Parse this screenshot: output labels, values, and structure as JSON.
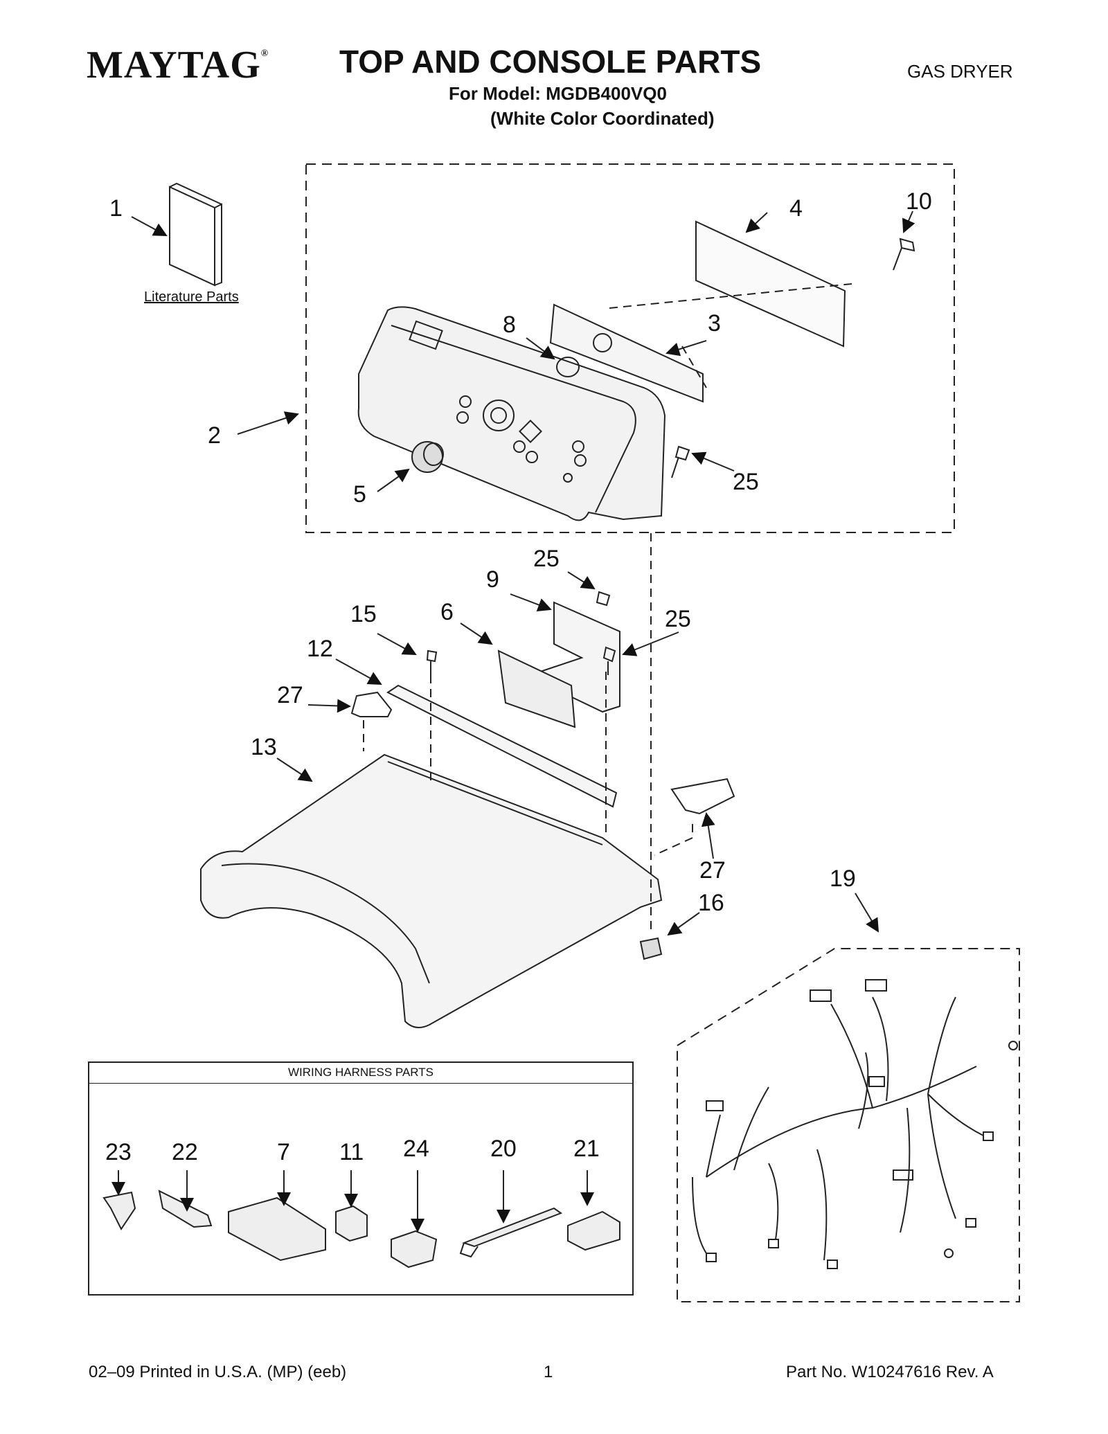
{
  "header": {
    "brand": "MAYTAG",
    "brand_mark": "®",
    "title": "TOP AND CONSOLE PARTS",
    "model_line": "For Model: MGDB400VQ0",
    "color_line": "(White Color Coordinated)",
    "product_type": "GAS DRYER"
  },
  "literature_label": "Literature Parts",
  "callouts": {
    "c1": "1",
    "c2": "2",
    "c3": "3",
    "c4": "4",
    "c5": "5",
    "c8": "8",
    "c10": "10",
    "c25a": "25",
    "c25b": "25",
    "c25c": "25",
    "c9": "9",
    "c6": "6",
    "c15": "15",
    "c12": "12",
    "c27a": "27",
    "c13": "13",
    "c27b": "27",
    "c16": "16",
    "c19": "19"
  },
  "wiring_harness": {
    "title": "WIRING HARNESS PARTS",
    "parts": [
      "23",
      "22",
      "7",
      "11",
      "24",
      "20",
      "21"
    ]
  },
  "footer": {
    "print_info": "02–09 Printed in U.S.A. (MP) (eeb)",
    "page": "1",
    "part_no": "Part No. W10247616 Rev. A"
  }
}
